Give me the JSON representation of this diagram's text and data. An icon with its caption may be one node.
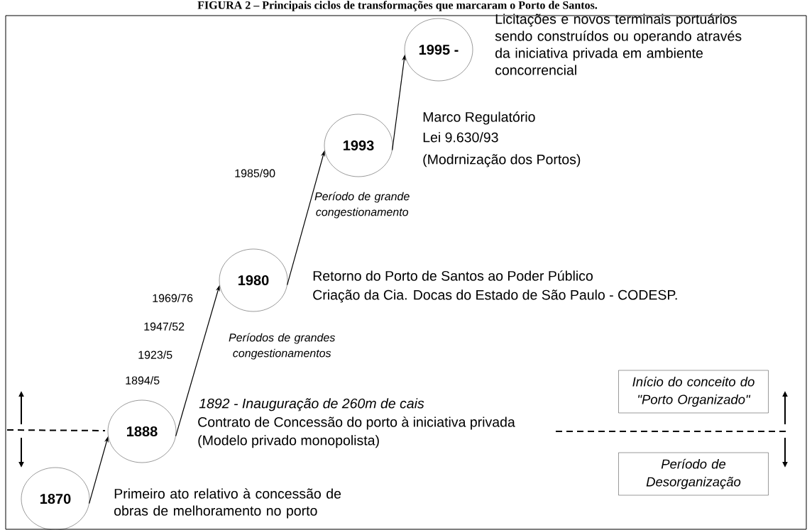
{
  "diagram": {
    "title": "FIGURA 2 – Principais ciclos de transformações que marcaram o Porto de Santos.",
    "nodes": [
      {
        "text": [
          "1870"
        ],
        "beside": [
          "Primeiro ato relativo à concessão de obras de melhoramento no porto"
        ]
      },
      {
        "text": [
          "1888"
        ],
        "beside": [
          "1892 - Inauguração de 260m de cais",
          "Contrato de Concessão do porto à iniciativa privada",
          "(Modelo privado monopolista)"
        ]
      },
      {
        "text": [
          "1980"
        ],
        "beside": [
          "Retorno do Porto de Santos ao Poder Público",
          "Criação da Cia. Docas do Estado de São Paulo - CODESP."
        ]
      },
      {
        "text": [
          "1993"
        ],
        "beside": [
          "Marco Regulatório",
          "Lei 9.630/93",
          "(Modrnização dos Portos)"
        ]
      },
      {
        "text": [
          "1995 -"
        ],
        "beside": [
          "Licitações e novos terminais portuários sendo construídos ou operando através da iniciativa privada em ambiente concorrencial"
        ]
      },
      {
        "text": [
          "Início do conceito do \"Porto Organizado\""
        ]
      },
      {
        "text": [
          "Período de Desorganização"
        ]
      }
    ],
    "edges": [
      {
        "from": 0,
        "to": 1,
        "arrow": "to"
      },
      {
        "from": 1,
        "to": 2,
        "arrow": "to"
      },
      {
        "from": 2,
        "to": 3,
        "arrow": "to"
      },
      {
        "from": 3,
        "to": 4,
        "arrow": "to"
      }
    ],
    "labels": [
      "1985/90",
      "Período de grande congestionamento",
      "1969/76",
      "1947/52",
      "1923/5",
      "Períodos de grandes congestionamentos",
      "1894/5"
    ]
  }
}
